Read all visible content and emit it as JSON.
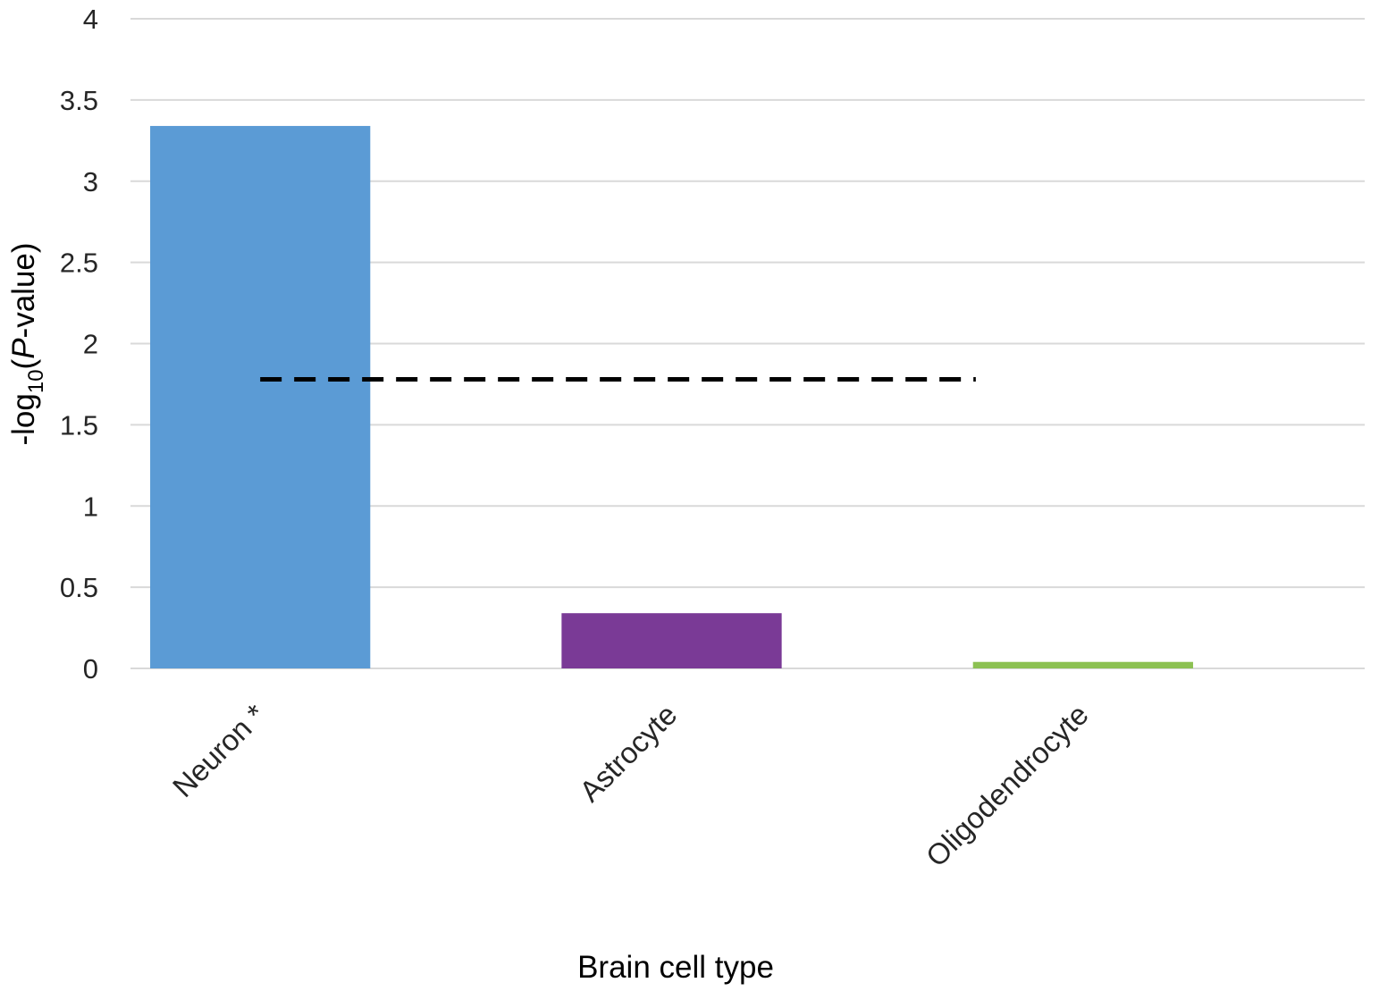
{
  "chart_data": {
    "type": "bar",
    "title": "",
    "xlabel": "Brain cell type",
    "ylabel": {
      "prefix": "-log",
      "subscript": "10",
      "open": "(",
      "italic": "P",
      "suffix": "-value)"
    },
    "categories": [
      "Neuron *",
      "Astrocyte",
      "Oligodendrocyte"
    ],
    "values": [
      3.34,
      0.34,
      0.04
    ],
    "colors": [
      "#5b9bd5",
      "#7a3a96",
      "#8cc152"
    ],
    "ylim": [
      0,
      4
    ],
    "yticks": [
      "0",
      "0.5",
      "1",
      "1.5",
      "2",
      "2.5",
      "3",
      "3.5",
      "4"
    ],
    "grid": true,
    "threshold": {
      "value": 1.78,
      "style": "dashed",
      "color": "#000000"
    }
  }
}
